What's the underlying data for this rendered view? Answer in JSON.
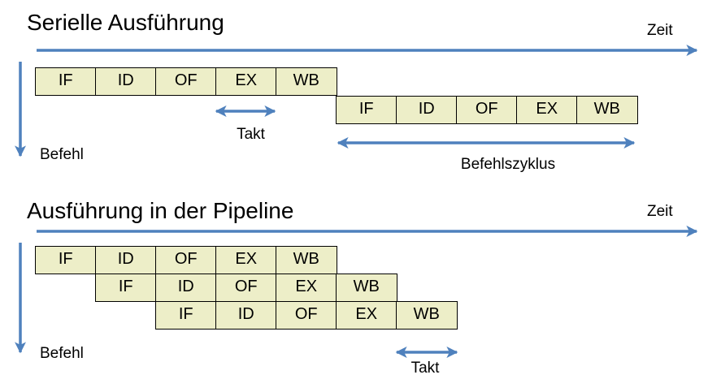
{
  "colors": {
    "background": "#ffffff",
    "box_fill": "#edeec8",
    "box_border": "#000000",
    "arrow": "#4f81bd",
    "text": "#000000"
  },
  "serial": {
    "title": "Serielle Ausführung",
    "time_label": "Zeit",
    "instruction_label": "Befehl",
    "clock_label": "Takt",
    "cycle_label": "Befehlszyklus",
    "rows": [
      {
        "stages": [
          "IF",
          "ID",
          "OF",
          "EX",
          "WB"
        ]
      },
      {
        "stages": [
          "IF",
          "ID",
          "OF",
          "EX",
          "WB"
        ]
      }
    ]
  },
  "pipeline": {
    "title": "Ausführung in der Pipeline",
    "time_label": "Zeit",
    "instruction_label": "Befehl",
    "clock_label": "Takt",
    "rows": [
      {
        "stages": [
          "IF",
          "ID",
          "OF",
          "EX",
          "WB"
        ]
      },
      {
        "stages": [
          "IF",
          "ID",
          "OF",
          "EX",
          "WB"
        ]
      },
      {
        "stages": [
          "IF",
          "ID",
          "OF",
          "EX",
          "WB"
        ]
      }
    ]
  }
}
